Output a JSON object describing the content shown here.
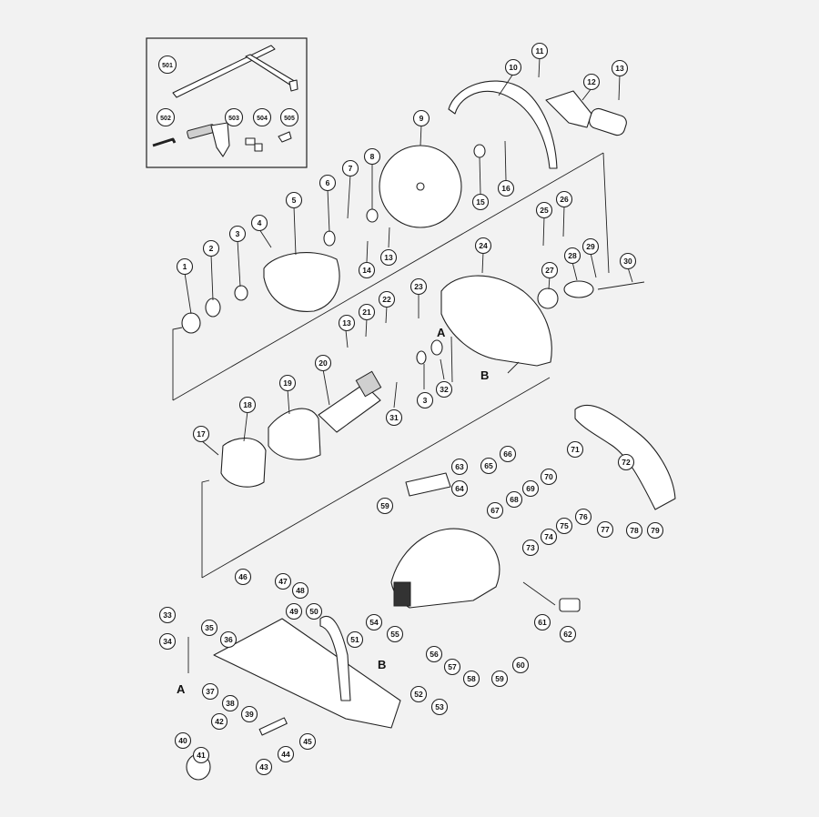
{
  "diagram": {
    "callouts": [
      "1",
      "2",
      "3",
      "4",
      "5",
      "6",
      "7",
      "8",
      "9",
      "10",
      "11",
      "12",
      "13",
      "14",
      "15",
      "16",
      "17",
      "18",
      "19",
      "20",
      "21",
      "22",
      "23",
      "24",
      "25",
      "26",
      "27",
      "28",
      "29",
      "30",
      "31",
      "32",
      "33",
      "34",
      "35",
      "36",
      "37",
      "38",
      "39",
      "40",
      "41",
      "42",
      "43",
      "44",
      "45",
      "46",
      "47",
      "48",
      "49",
      "50",
      "51",
      "52",
      "53",
      "54",
      "55",
      "56",
      "57",
      "58",
      "59",
      "60",
      "61",
      "62",
      "63",
      "64",
      "65",
      "66",
      "67",
      "68",
      "69",
      "70",
      "71",
      "72",
      "73",
      "74",
      "75",
      "76",
      "77",
      "78",
      "79",
      "501",
      "502",
      "503",
      "504",
      "505"
    ],
    "reference_letters": [
      "A",
      "B"
    ]
  }
}
